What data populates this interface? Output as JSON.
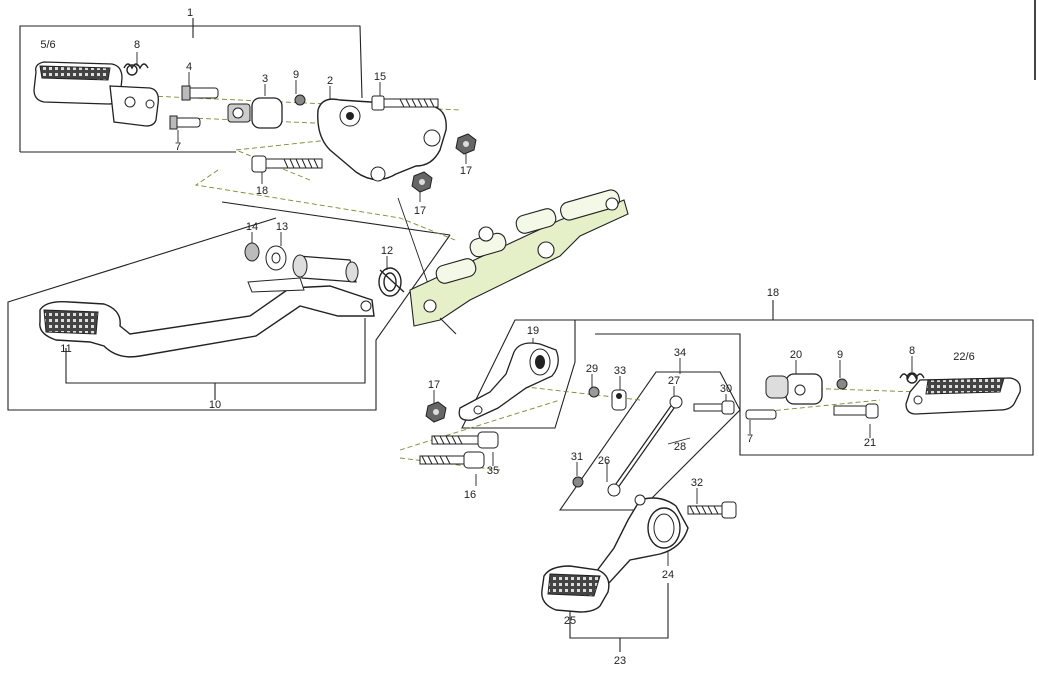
{
  "diagram": {
    "callouts": [
      {
        "id": "c1",
        "text": "1"
      },
      {
        "id": "c5_6",
        "text": "5/6"
      },
      {
        "id": "c8a",
        "text": "8"
      },
      {
        "id": "c4",
        "text": "4"
      },
      {
        "id": "c3",
        "text": "3"
      },
      {
        "id": "c9a",
        "text": "9"
      },
      {
        "id": "c2",
        "text": "2"
      },
      {
        "id": "c15",
        "text": "15"
      },
      {
        "id": "c7a",
        "text": "7"
      },
      {
        "id": "c17a",
        "text": "17"
      },
      {
        "id": "c18a",
        "text": "18"
      },
      {
        "id": "c17b",
        "text": "17"
      },
      {
        "id": "c14",
        "text": "14"
      },
      {
        "id": "c13",
        "text": "13"
      },
      {
        "id": "c12",
        "text": "12"
      },
      {
        "id": "c11",
        "text": "11"
      },
      {
        "id": "c10",
        "text": "10"
      },
      {
        "id": "c18b",
        "text": "18"
      },
      {
        "id": "c19",
        "text": "19"
      },
      {
        "id": "c34",
        "text": "34"
      },
      {
        "id": "c20",
        "text": "20"
      },
      {
        "id": "c9b",
        "text": "9"
      },
      {
        "id": "c8b",
        "text": "8"
      },
      {
        "id": "c22_6",
        "text": "22/6"
      },
      {
        "id": "c17c",
        "text": "17"
      },
      {
        "id": "c29",
        "text": "29"
      },
      {
        "id": "c33",
        "text": "33"
      },
      {
        "id": "c27",
        "text": "27"
      },
      {
        "id": "c30",
        "text": "30"
      },
      {
        "id": "c7b",
        "text": "7"
      },
      {
        "id": "c21",
        "text": "21"
      },
      {
        "id": "c28",
        "text": "28"
      },
      {
        "id": "c35",
        "text": "35"
      },
      {
        "id": "c31",
        "text": "31"
      },
      {
        "id": "c26",
        "text": "26"
      },
      {
        "id": "c16",
        "text": "16"
      },
      {
        "id": "c32",
        "text": "32"
      },
      {
        "id": "c24",
        "text": "24"
      },
      {
        "id": "c25",
        "text": "25"
      },
      {
        "id": "c23",
        "text": "23"
      }
    ]
  }
}
